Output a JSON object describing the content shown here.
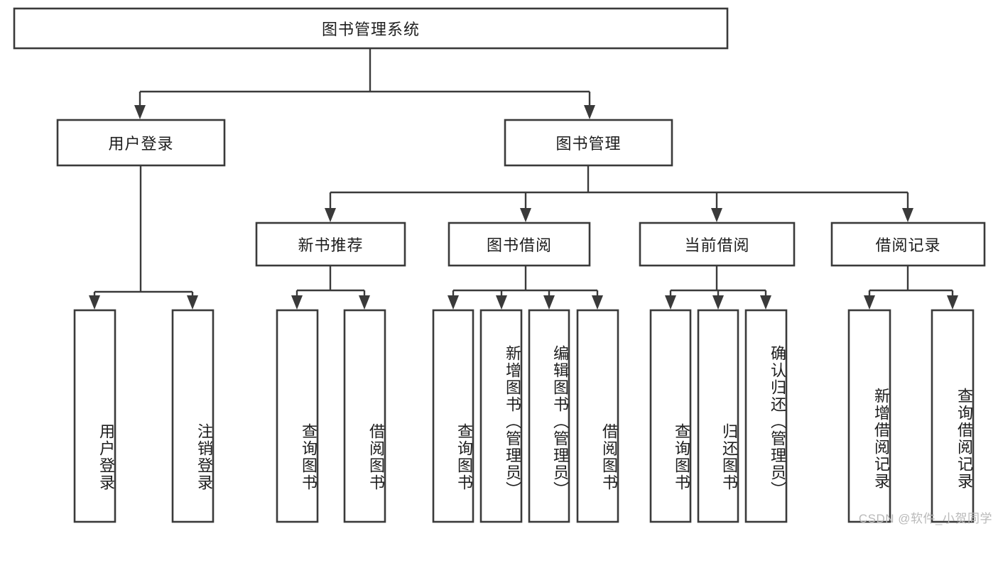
{
  "diagram": {
    "type": "tree",
    "title": "图书管理系统",
    "root": {
      "label": "图书管理系统"
    },
    "level2": [
      {
        "label": "用户登录"
      },
      {
        "label": "图书管理"
      }
    ],
    "level3": [
      {
        "label": "新书推荐"
      },
      {
        "label": "图书借阅"
      },
      {
        "label": "当前借阅"
      },
      {
        "label": "借阅记录"
      }
    ],
    "leaves": {
      "user_login": [
        {
          "label": "用户登录"
        },
        {
          "label": "注销登录"
        }
      ],
      "new_book_recommend": [
        {
          "label": "查询图书"
        },
        {
          "label": "借阅图书"
        }
      ],
      "book_borrow": [
        {
          "label": "查询图书"
        },
        {
          "label": "新增图书（管理员）"
        },
        {
          "label": "编辑图书（管理员）"
        },
        {
          "label": "借阅图书"
        }
      ],
      "current_borrow": [
        {
          "label": "查询图书"
        },
        {
          "label": "归还图书"
        },
        {
          "label": "确认归还（管理员）"
        }
      ],
      "borrow_record": [
        {
          "label": "新增借阅记录"
        },
        {
          "label": "查询借阅记录"
        }
      ]
    }
  },
  "watermark": {
    "text": "CSDN @软件_小贺同学"
  },
  "colors": {
    "box_stroke": "#3a3a3a",
    "connector": "#3a3a3a",
    "text": "#1d1d1d",
    "background": "#ffffff",
    "watermark": "#b9b9b9"
  }
}
